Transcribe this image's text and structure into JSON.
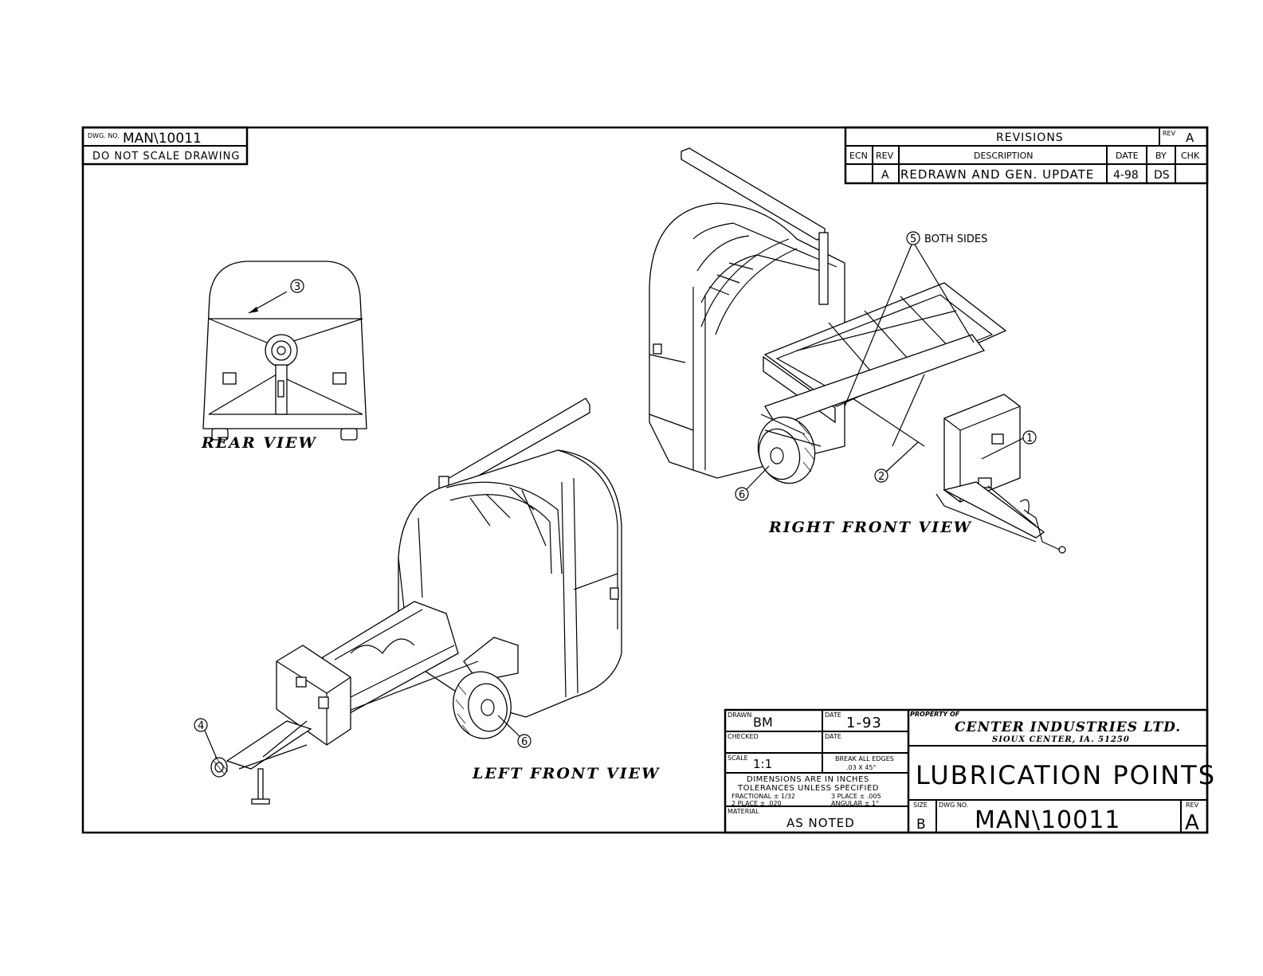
{
  "header": {
    "dwg_no_label": "DWG. NO.",
    "dwg_no": "MAN\\10011",
    "note": "DO NOT SCALE DRAWING"
  },
  "revisions": {
    "title": "REVISIONS",
    "rev_label": "REV",
    "rev_value": "A",
    "columns": [
      "ECN",
      "REV",
      "DESCRIPTION",
      "DATE",
      "BY",
      "CHK"
    ],
    "rows": [
      {
        "ecn": "",
        "rev": "A",
        "description": "REDRAWN AND GEN. UPDATE",
        "date": "4-98",
        "by": "DS",
        "chk": ""
      }
    ]
  },
  "views": {
    "rear": "REAR VIEW",
    "right_front": "RIGHT FRONT VIEW",
    "left_front": "LEFT FRONT VIEW"
  },
  "callouts": {
    "c1": "1",
    "c2": "2",
    "c3": "3",
    "c4": "4",
    "c5": "5",
    "c5_note": "BOTH SIDES",
    "c6a": "6",
    "c6b": "6"
  },
  "title_block": {
    "drawn_label": "DRAWN",
    "drawn_value": "BM",
    "date_label": "DATE",
    "date_value": "1-93",
    "checked_label": "CHECKED",
    "checked_date_label": "DATE",
    "scale_label": "SCALE",
    "scale_value": "1:1",
    "break_edges": "BREAK ALL EDGES",
    "break_value": ".03 X 45°",
    "dims_line1": "DIMENSIONS ARE IN INCHES",
    "dims_line2": "TOLERANCES UNLESS SPECIFIED",
    "tol_frac": "FRACTIONAL ± 1/32",
    "tol_3place": "3 PLACE ± .005",
    "tol_2place": "2 PLACE ± .020",
    "tol_ang": "ANGULAR ± 1°",
    "material_label": "MATERIAL",
    "material_value": "AS NOTED",
    "property_label": "PROPERTY OF",
    "company": "CENTER INDUSTRIES LTD.",
    "location": "SIOUX CENTER, IA. 51250",
    "title": "LUBRICATION POINTS",
    "size_label": "SIZE",
    "size_value": "B",
    "dwg_no_label": "DWG NO.",
    "dwg_no": "MAN\\10011",
    "rev_label": "REV",
    "rev_value": "A"
  }
}
